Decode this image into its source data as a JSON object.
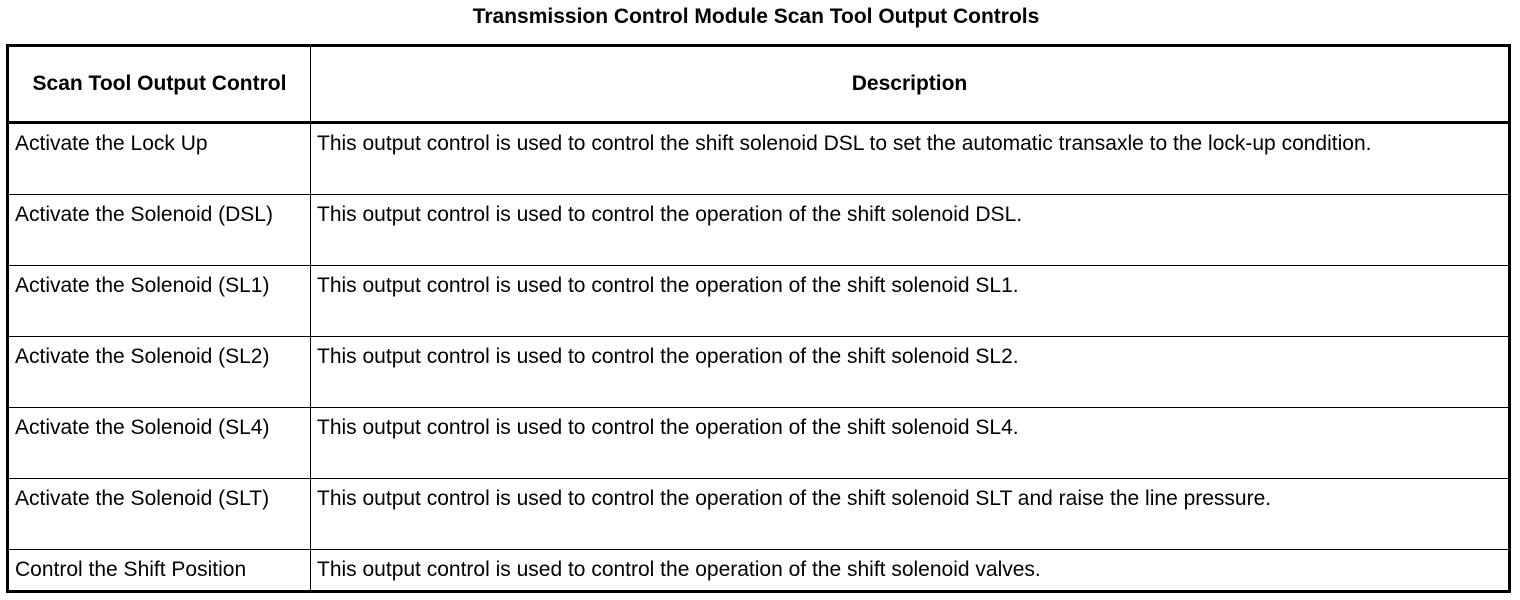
{
  "title": "Transmission Control Module Scan Tool Output Controls",
  "table": {
    "headers": [
      "Scan Tool Output Control",
      "Description"
    ],
    "rows": [
      {
        "control": "Activate the Lock Up",
        "description": "This output control is used to control the shift solenoid DSL to set the automatic transaxle to the lock-up condition."
      },
      {
        "control": "Activate the Solenoid (DSL)",
        "description": "This output control is used to control the operation of the shift solenoid DSL."
      },
      {
        "control": "Activate the Solenoid (SL1)",
        "description": "This output control is used to control the operation of the shift solenoid SL1."
      },
      {
        "control": "Activate the Solenoid (SL2)",
        "description": "This output control is used to control the operation of the shift solenoid SL2."
      },
      {
        "control": "Activate the Solenoid (SL4)",
        "description": "This output control is used to control the operation of the shift solenoid SL4."
      },
      {
        "control": "Activate the Solenoid (SLT)",
        "description": "This output control is used to control the operation of the shift solenoid SLT and raise the line pressure."
      },
      {
        "control": "Control the Shift Position",
        "description": "This output control is used to control the operation of the shift solenoid valves."
      }
    ]
  }
}
